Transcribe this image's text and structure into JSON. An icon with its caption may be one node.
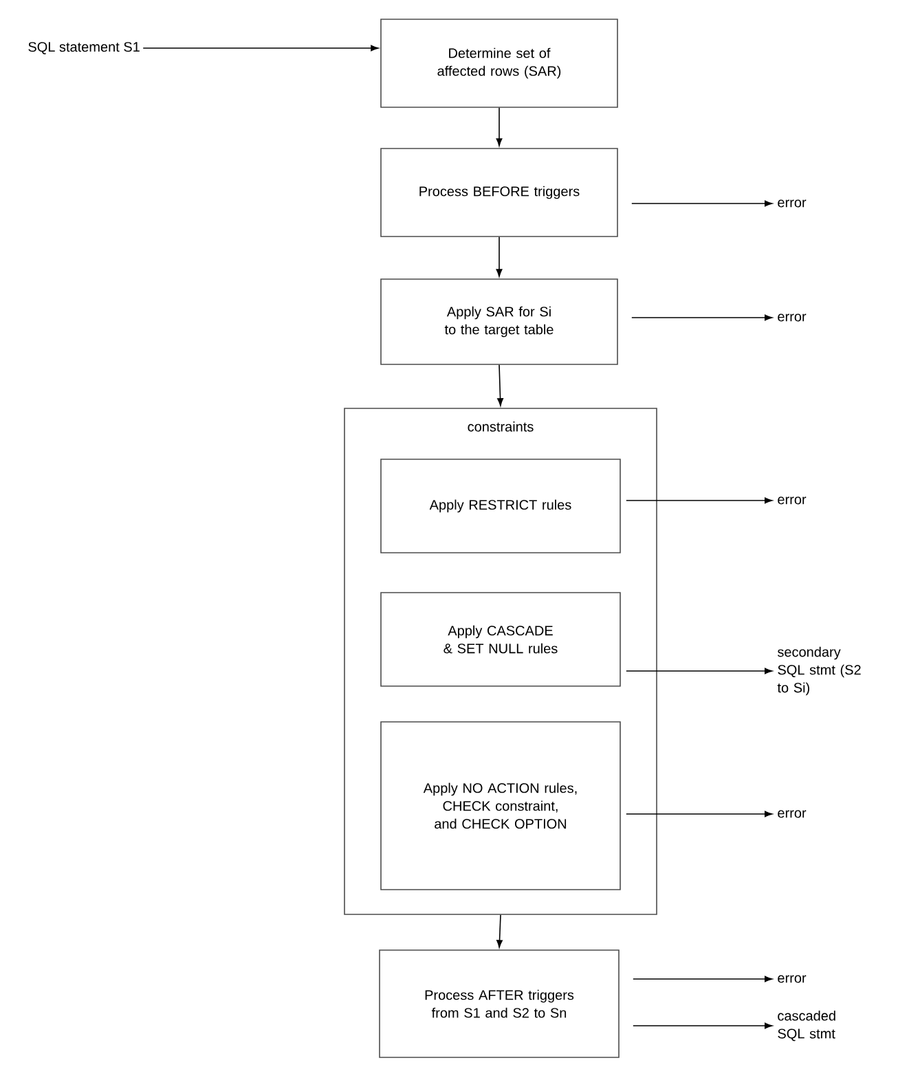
{
  "diagram": {
    "nodes": [
      {
        "text": [
          "SQL statement S1"
        ]
      },
      {
        "text": [
          "Determine set of affected rows (SAR)"
        ]
      },
      {
        "text": [
          "Process BEFORE triggers"
        ]
      },
      {
        "text": [
          "error"
        ]
      },
      {
        "text": [
          "Apply SAR for Si to the target table"
        ]
      },
      {
        "text": [
          "error"
        ]
      },
      {
        "text": [
          "constraints"
        ]
      },
      {
        "text": [
          "Apply RESTRICT rules"
        ],
        "in": 6
      },
      {
        "text": [
          "error"
        ]
      },
      {
        "text": [
          "Apply CASCADE & SET NULL rules"
        ],
        "in": 6
      },
      {
        "text": [
          "secondary SQL stmt (S2 to Si)"
        ]
      },
      {
        "text": [
          "Apply NO ACTION rules, CHECK constraint, and CHECK OPTION"
        ],
        "in": 6
      },
      {
        "text": [
          "error"
        ]
      },
      {
        "text": [
          "Process AFTER triggers from S1 and S2 to Sn"
        ]
      },
      {
        "text": [
          "error"
        ]
      },
      {
        "text": [
          "cascaded SQL stmt"
        ]
      }
    ],
    "edges": [
      {
        "from": 0,
        "to": 1,
        "arrow": "to"
      },
      {
        "from": 1,
        "to": 2,
        "arrow": "to"
      },
      {
        "from": 2,
        "to": 3,
        "arrow": "to"
      },
      {
        "from": 2,
        "to": 4,
        "arrow": "to"
      },
      {
        "from": 4,
        "to": 5,
        "arrow": "to"
      },
      {
        "from": 4,
        "to": 6,
        "arrow": "to"
      },
      {
        "from": 7,
        "to": 8,
        "arrow": "to"
      },
      {
        "from": 9,
        "to": 10,
        "arrow": "to"
      },
      {
        "from": 11,
        "to": 12,
        "arrow": "to"
      },
      {
        "from": 6,
        "to": 13,
        "arrow": "to"
      },
      {
        "from": 13,
        "to": 14,
        "arrow": "to"
      },
      {
        "from": 13,
        "to": 15,
        "arrow": "to"
      }
    ]
  }
}
